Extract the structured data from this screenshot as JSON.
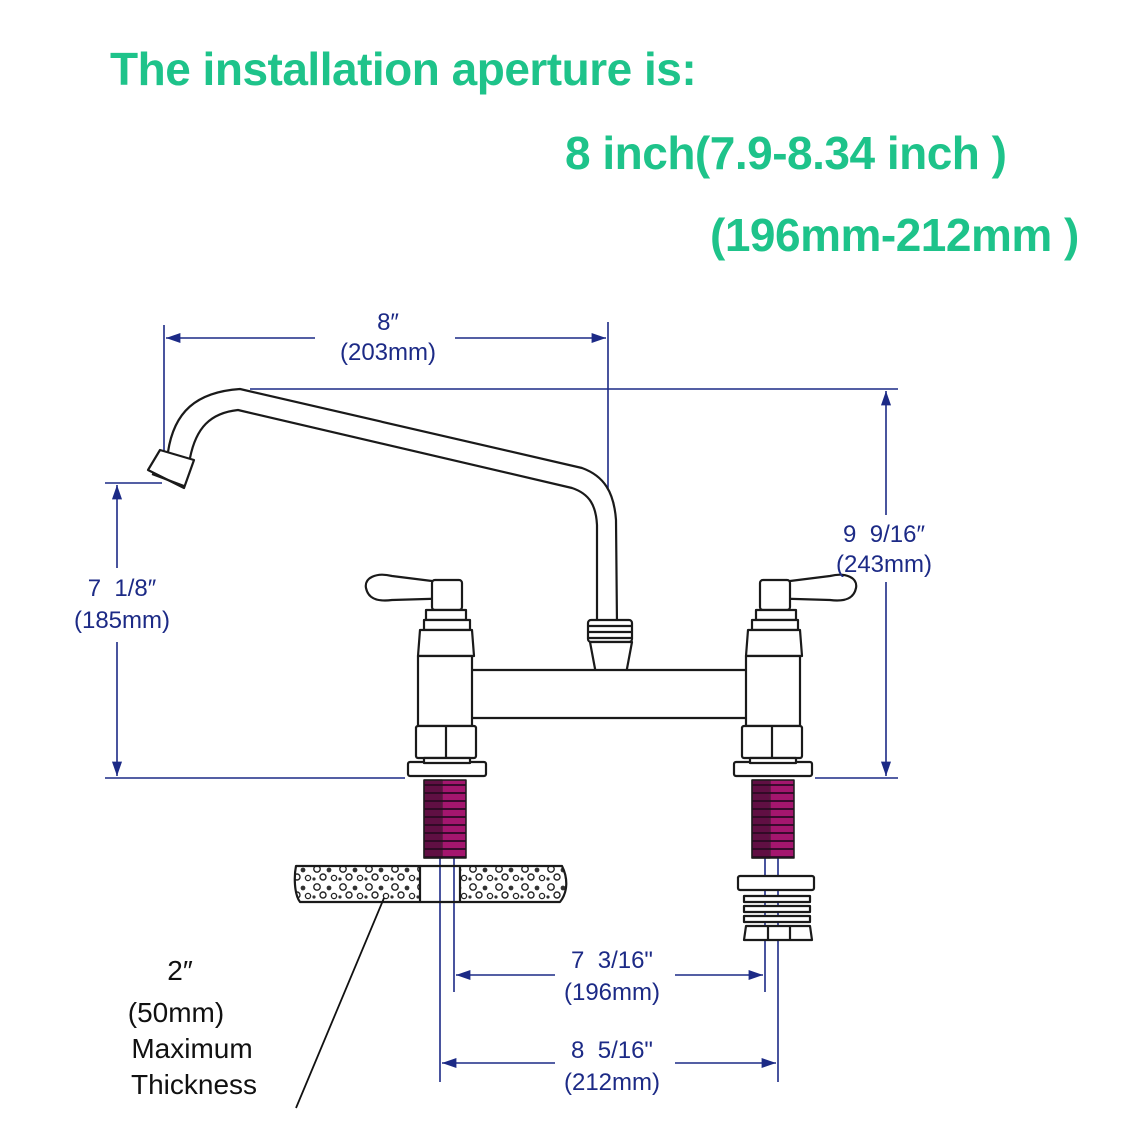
{
  "colors": {
    "headline": "#1ec38a",
    "dimension": "#1c2a86",
    "drawing": "#1a1a1a",
    "shank": "#8e1a68",
    "annotation": "#111111"
  },
  "headline": {
    "line1": "The installation aperture is:",
    "line2": "8 inch(7.9-8.34 inch )",
    "line3": "(196mm-212mm )"
  },
  "dimensions": {
    "spout_reach": {
      "value": "8″",
      "metric": "(203mm)"
    },
    "spout_height": {
      "value": "7  1/8″",
      "metric": "(185mm)"
    },
    "overall_height": {
      "value": "9  9/16″",
      "metric": "(243mm)"
    },
    "min_center": {
      "value": "7  3/16\"",
      "metric": "(196mm)"
    },
    "max_center": {
      "value": "8  5/16\"",
      "metric": "(212mm)"
    }
  },
  "thickness_note": {
    "value": "2″",
    "metric": "(50mm)",
    "line1": "Maximum",
    "line2": "Thickness"
  },
  "icons": [
    "faucet-body-drawing",
    "lever-handle-icon",
    "spout-icon",
    "threaded-shank-icon",
    "countertop-section",
    "mounting-nut-icon"
  ]
}
